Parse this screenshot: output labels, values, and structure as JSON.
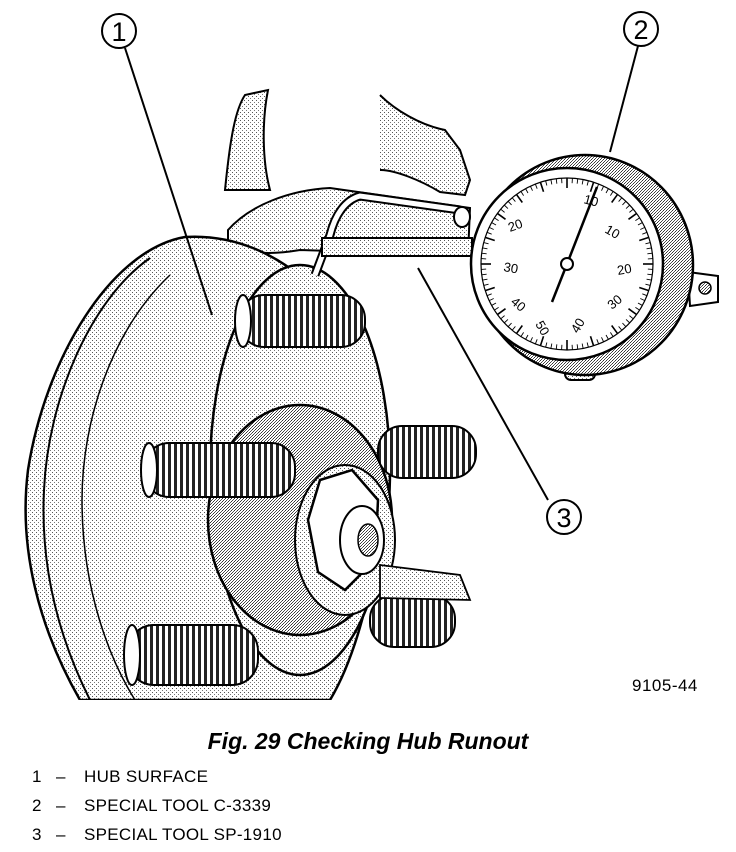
{
  "figure": {
    "id_label": "9105-44",
    "callouts": [
      "1",
      "2",
      "3"
    ],
    "dial": {
      "labels": [
        "10",
        "20",
        "30",
        "40",
        "50",
        "40",
        "30",
        "20",
        "10"
      ]
    }
  },
  "caption": "Fig. 29 Checking Hub Runout",
  "legend": [
    {
      "num": "1",
      "dash": "–",
      "text": "HUB SURFACE"
    },
    {
      "num": "2",
      "dash": "–",
      "text": "SPECIAL TOOL C-3339"
    },
    {
      "num": "3",
      "dash": "–",
      "text": "SPECIAL TOOL SP-1910"
    }
  ]
}
